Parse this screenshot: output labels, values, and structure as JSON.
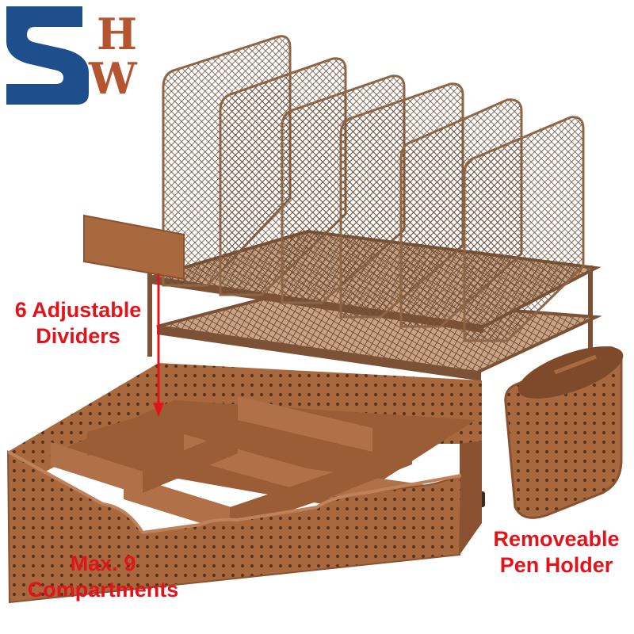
{
  "logo": {
    "letters": [
      "S",
      "H",
      "W"
    ],
    "colors": {
      "blue": "#1f4e8c",
      "brown": "#b5552f"
    }
  },
  "product": {
    "colors": {
      "mesh": "#6a4a34",
      "mesh_highlight": "#a57a55",
      "plastic": "#a8693f",
      "plastic_dark": "#8a5230",
      "plastic_light": "#c0825a"
    }
  },
  "callouts": {
    "dividers": {
      "line1": "6 Adjustable",
      "line2": "Dividers"
    },
    "compartments": {
      "line1": "Max. 9",
      "line2": "Compartments"
    },
    "pen_holder": {
      "line1": "Removeable",
      "line2": "Pen Holder"
    }
  },
  "annotation_color": "#e1141b"
}
